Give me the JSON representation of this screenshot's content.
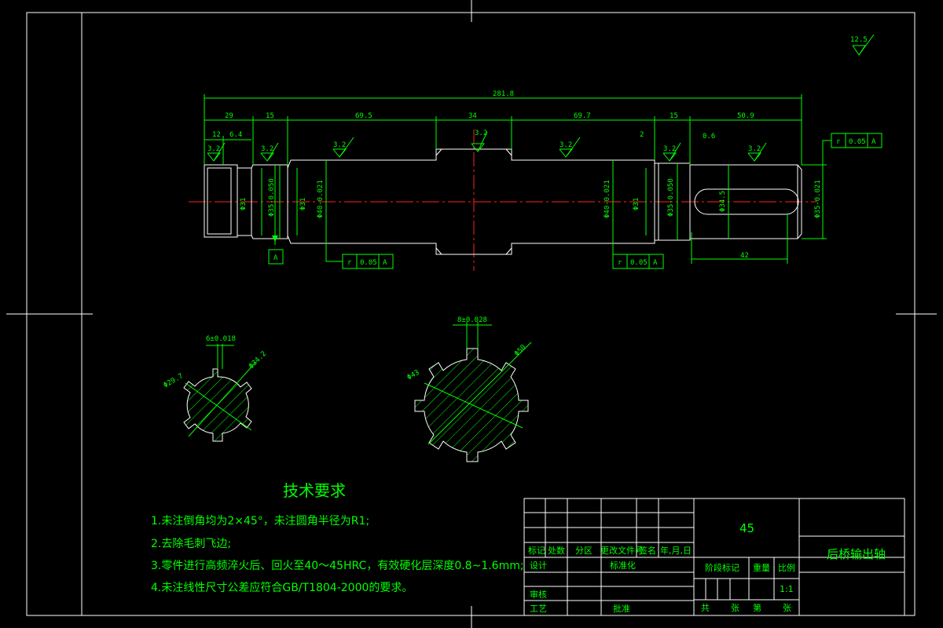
{
  "dimensions": {
    "overall_length": "281.8",
    "seg_29": "29",
    "seg_15_left": "15",
    "seg_69_5": "69.5",
    "seg_34": "34",
    "seg_69_7": "69.7",
    "seg_15_right": "15",
    "seg_50_9": "50.9",
    "seg_12": "12",
    "seg_6_4": "6.4",
    "seg_2": "2",
    "seg_0_6": "0.6",
    "keyway_42": "42",
    "dia_31_left": "Φ31",
    "dia_35_left": "Φ35-0.050",
    "dia_31_b": "Φ31",
    "dia_40_left": "Φ40-0.021",
    "dia_40_right": "Φ40-0.021",
    "dia_31_right": "Φ31",
    "dia_35_right": "Φ35-0.050",
    "dia_34_5": "Φ34.5",
    "dia_35_end": "Φ35-0.021"
  },
  "roughness": {
    "global": "12.5",
    "r1": "3.2",
    "r2": "3.2",
    "r3": "3.2",
    "r4": "3.2",
    "r5": "3.2",
    "r6": "3.2",
    "r7": "3.2"
  },
  "datum": {
    "label": "A"
  },
  "tolerance_frames": {
    "top_right": {
      "symbol": "r",
      "value": "0.05",
      "datum": "A"
    },
    "bottom_left": {
      "symbol": "r",
      "value": "0.05",
      "datum": "A"
    },
    "bottom_right": {
      "symbol": "r",
      "value": "0.05",
      "datum": "A"
    }
  },
  "sections": {
    "left": {
      "width": "6±0.018",
      "minor": "Φ29.7",
      "major": "Φ34.2"
    },
    "right": {
      "width": "8±0.028",
      "minor": "Φ43",
      "major": "Φ50"
    }
  },
  "tech_requirements": {
    "title": "技术要求",
    "items": [
      "1.未注倒角均为2×45°，未注圆角半径为R1;",
      "2.去除毛刺飞边;",
      "3.零件进行高频淬火后、回火至40～45HRC，有效硬化层深度0.8~1.6mm;",
      "4.未注线性尺寸公差应符合GB/T1804-2000的要求。"
    ]
  },
  "title_block": {
    "material": "45",
    "part_name": "后桥输出轴",
    "scale": "1:1",
    "h_mark": "标记",
    "h_qty": "处数",
    "h_zone": "分区",
    "h_doc": "更改文件号",
    "h_sign": "签名",
    "h_date": "年,月,日",
    "design": "设计",
    "standard": "标准化",
    "review": "审核",
    "process": "工艺",
    "approve": "批准",
    "stage": "阶段标记",
    "weight": "重量",
    "ratio": "比例",
    "total": "共",
    "sheet": "张",
    "no": "第",
    "sheet2": "张"
  }
}
